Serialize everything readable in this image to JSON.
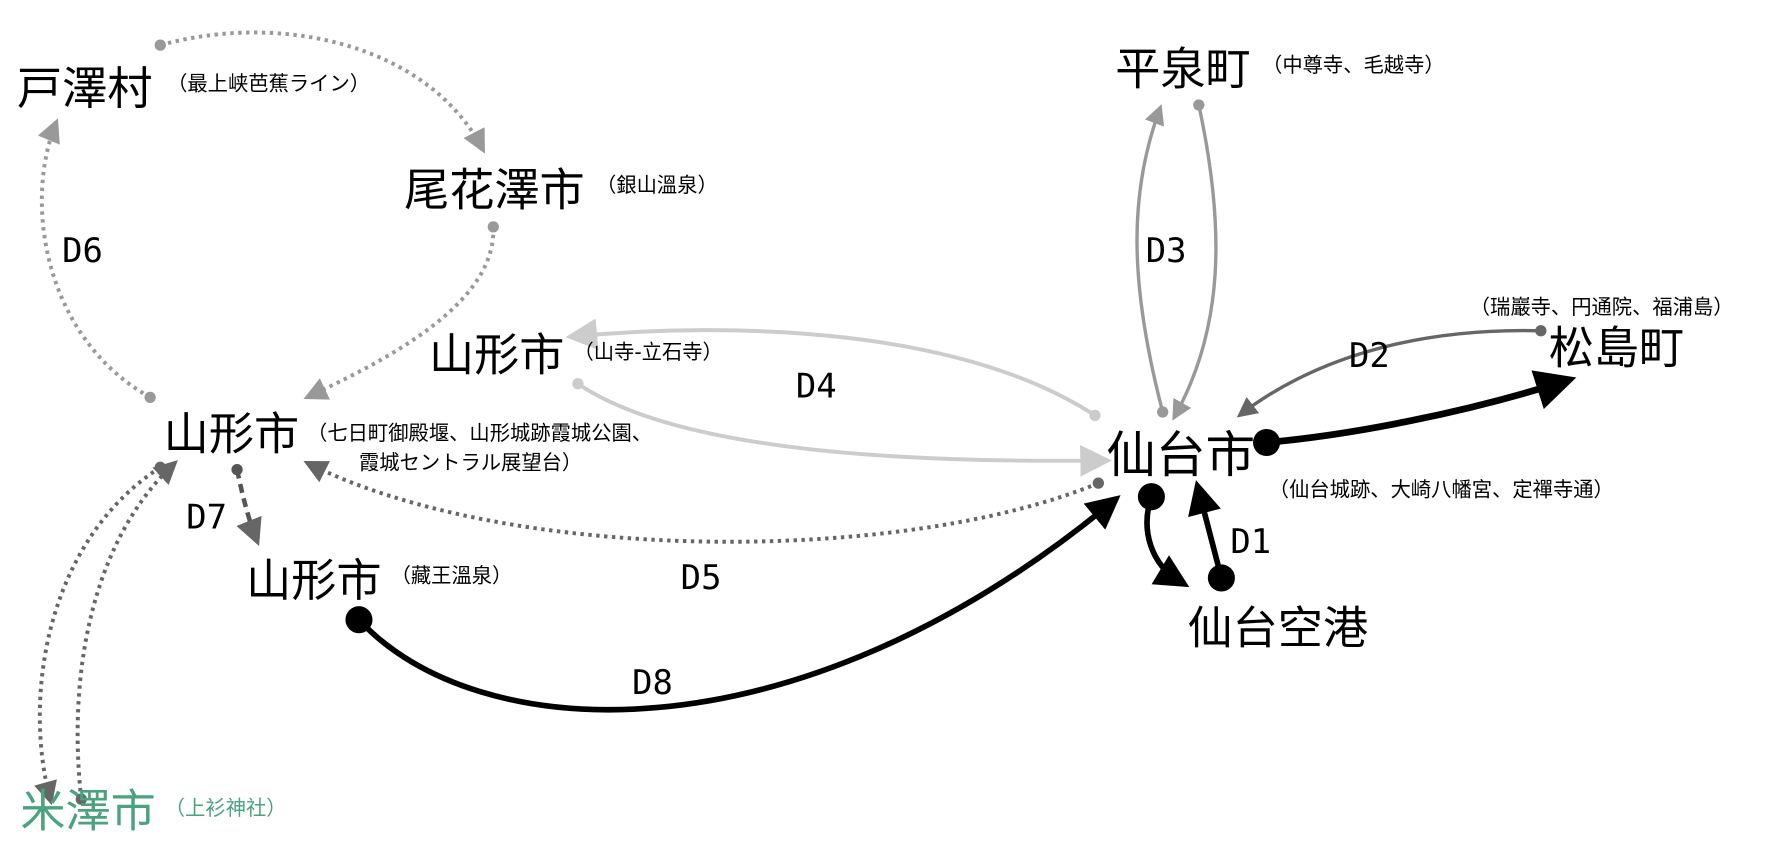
{
  "colors": {
    "light": "#cccccc",
    "mid": "#999999",
    "dark": "#666666",
    "black": "#000000",
    "green": "#4aa37f"
  },
  "nodes": {
    "tozawa": {
      "name": "戸澤村",
      "sub": "（最上峡芭蕉ライン）"
    },
    "obanazawa": {
      "name": "尾花澤市",
      "sub": "（銀山溫泉）"
    },
    "yamagata_yamadera": {
      "name": "山形市",
      "sub": "（山寺-立石寺）"
    },
    "yamagata_main": {
      "name": "山形市",
      "sub1": "（七日町御殿堰、山形城跡霞城公園、",
      "sub2": "霞城セントラル展望台）"
    },
    "yamagata_zao": {
      "name": "山形市",
      "sub": "（藏王溫泉）"
    },
    "yonezawa": {
      "name": "米澤市",
      "sub": "（上衫神社）"
    },
    "hiraizumi": {
      "name": "平泉町",
      "sub": "（中尊寺、毛越寺）"
    },
    "sendai": {
      "name": "仙台市",
      "sub": "（仙台城跡、大崎八幡宮、定禪寺通）"
    },
    "matsushima": {
      "name": "松島町",
      "sub": "（瑞巖寺、円通院、福浦島）"
    },
    "airport": {
      "name": "仙台空港"
    }
  },
  "days": [
    "D1",
    "D2",
    "D3",
    "D4",
    "D5",
    "D6",
    "D7",
    "D8"
  ]
}
